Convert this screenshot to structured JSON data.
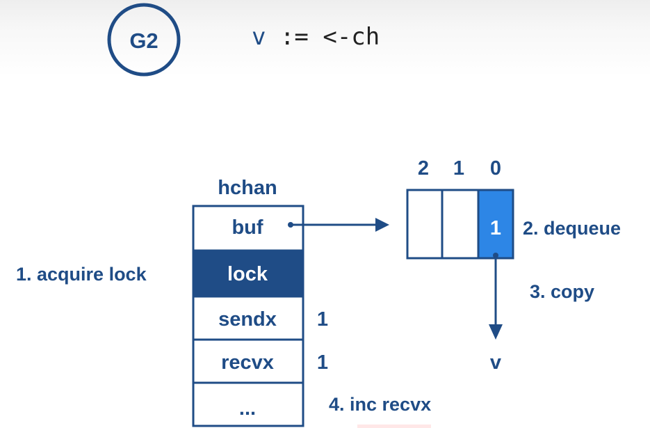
{
  "goroutine": {
    "label": "G2"
  },
  "code": {
    "variable": "v",
    "rest": " := <-ch"
  },
  "hchan": {
    "title": "hchan",
    "fields": {
      "buf": "buf",
      "lock": "lock",
      "sendx": "sendx",
      "recvx": "recvx",
      "more": "..."
    },
    "values": {
      "sendx": "1",
      "recvx": "1"
    }
  },
  "buffer": {
    "indices": [
      "2",
      "1",
      "0"
    ],
    "cell_values": [
      "",
      "",
      "1"
    ],
    "active_index": 2
  },
  "steps": {
    "acquire_lock": "1. acquire lock",
    "dequeue": "2. dequeue",
    "copy": "3. copy",
    "inc_recvx": "4. inc recvx"
  },
  "destination": {
    "label": "v"
  },
  "colors": {
    "dark_blue": "#1f4c86",
    "active_blue": "#2d86e6",
    "code_text": "#222222"
  }
}
